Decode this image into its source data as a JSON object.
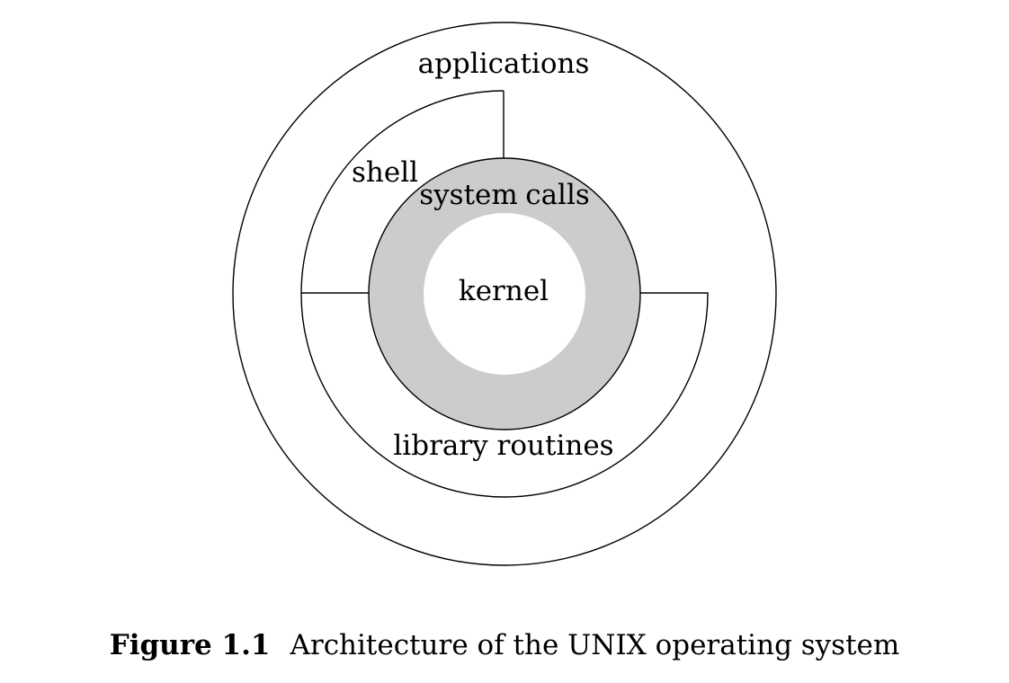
{
  "diagram": {
    "layers": {
      "applications": "applications",
      "shell": "shell",
      "system_calls_1": "system",
      "system_calls_2": "calls",
      "kernel": "kernel",
      "library_routines": "library routines"
    },
    "colors": {
      "system_calls_ring": "#cccccc",
      "stroke": "#000000",
      "background": "#ffffff"
    }
  },
  "caption": {
    "figure_number": "Figure 1.1",
    "text": "Architecture of the UNIX operating system"
  }
}
